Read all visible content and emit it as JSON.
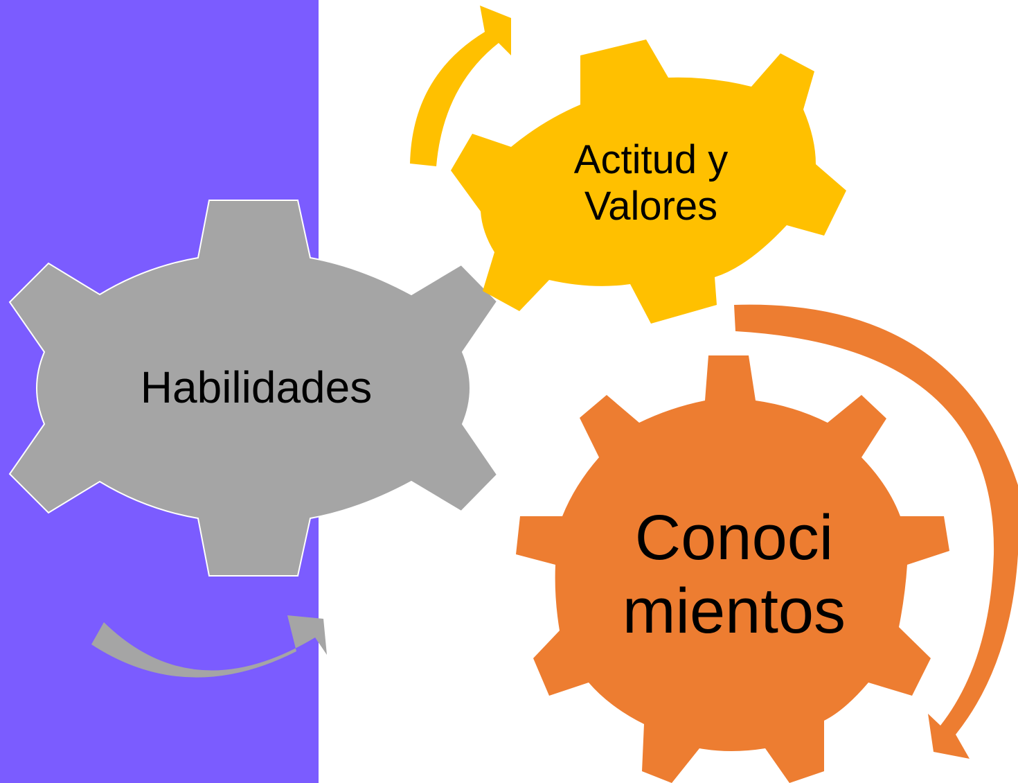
{
  "colors": {
    "background": "#ffffff",
    "panel": "#7b5cff",
    "gear_gray": "#a5a5a5",
    "gear_yellow": "#ffc000",
    "gear_orange": "#ed7d31",
    "text": "#000000"
  },
  "gears": {
    "habilidades": {
      "label": "Habilidades"
    },
    "actitud": {
      "label": "Actitud y\nValores"
    },
    "conocimientos": {
      "label": "Conoci\nmientos"
    }
  },
  "icons": [
    "circular-arrow-icon",
    "gear-icon"
  ]
}
